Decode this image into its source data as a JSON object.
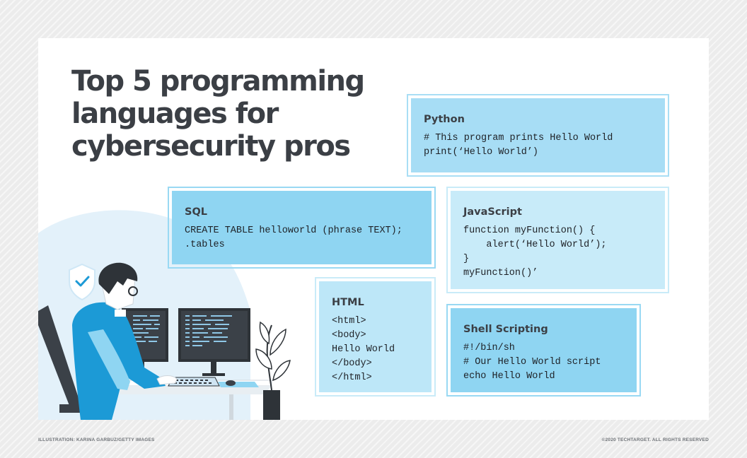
{
  "title": {
    "line1": "Top 5 programming",
    "line2": "languages for",
    "line3": "cybersecurity pros"
  },
  "cards": {
    "python": {
      "name": "Python",
      "code": "# This program prints Hello World\nprint(‘Hello World’)"
    },
    "sql": {
      "name": "SQL",
      "code": "CREATE TABLE helloworld (phrase TEXT);\n.tables"
    },
    "javascript": {
      "name": "JavaScript",
      "code": "function myFunction() {\n    alert(‘Hello World’);\n}\nmyFunction()’"
    },
    "html": {
      "name": "HTML",
      "code": "<html>\n<body>\nHello World\n</body>\n</html>"
    },
    "shell": {
      "name": "Shell Scripting",
      "code": "#!/bin/sh\n# Our Hello World script\necho Hello World"
    }
  },
  "credits": {
    "left": "ILLUSTRATION: KARINA GARBUZ/GETTY IMAGES",
    "right": "©2020 TECHTARGET. ALL RIGHTS RESERVED"
  },
  "colors": {
    "title": "#3b3f45",
    "card_light": "#bde7f8",
    "card_dark": "#8fd5f2",
    "accent_blue": "#1c9ad6"
  },
  "icons": [
    "shield-check-icon",
    "monitor-icon",
    "plant-icon",
    "keyboard-icon",
    "mouse-icon"
  ]
}
